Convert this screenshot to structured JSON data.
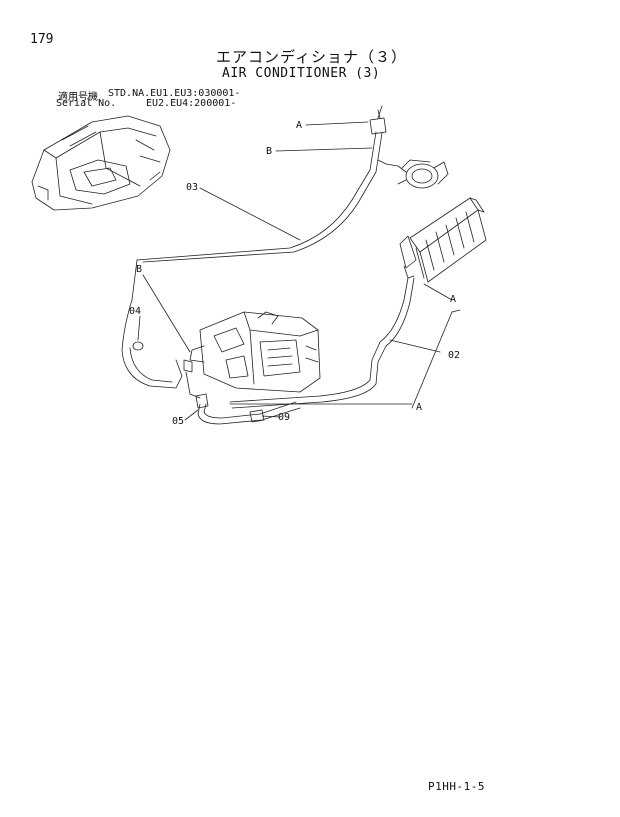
{
  "page_number": "179",
  "title_jp": "エアコンディショナ（３）",
  "title_en": "AIR CONDITIONER (3)",
  "serial": {
    "label_jp": "適用号機",
    "label_en": "Serial No.",
    "value_line1": "STD.NA.EU1.EU3:030001-",
    "value_line2": "EU2.EU4:200001-"
  },
  "callouts": {
    "a": "A",
    "b": "B",
    "p02": "02",
    "p03": "03",
    "p04": "04",
    "p05": "05",
    "p09": "09"
  },
  "footer_code": "P1HH-1-5"
}
